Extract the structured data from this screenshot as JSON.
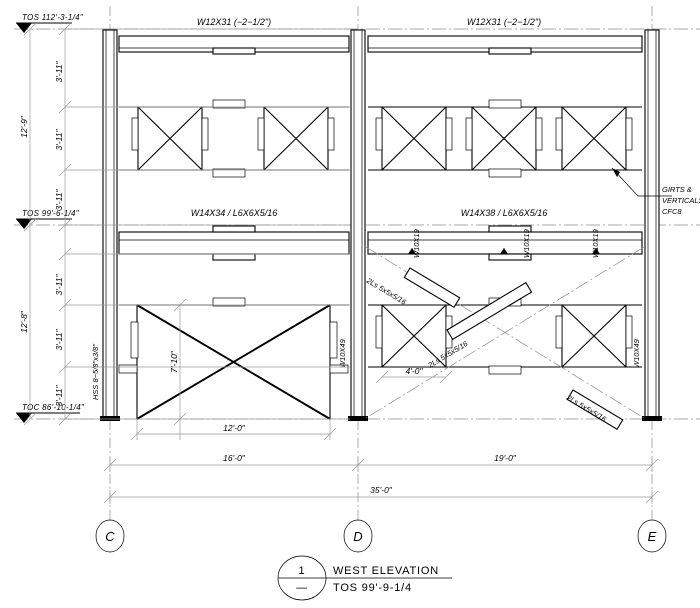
{
  "drawing": {
    "title": "WEST ELEVATION",
    "detail_number": "1",
    "detail_sheet": "—",
    "title_elevation": "TOS 99'-9-1/4"
  },
  "levels": [
    {
      "id": "top",
      "label": "TOS 112'-3-1/4\""
    },
    {
      "id": "middle",
      "label": "TOS 99'-6-1/4\""
    },
    {
      "id": "base",
      "label": "TOC 86'-10-1/4\""
    }
  ],
  "vertical_dims": {
    "upper_total": "12'-9\"",
    "lower_total": "12'-8\"",
    "upper_segments": [
      "3'-11\"",
      "3'-11\"",
      "3'-11\""
    ],
    "lower_segments": [
      "3'-11\"",
      "3'-11\"",
      "3'-11\""
    ],
    "panel_height": "7'-10\""
  },
  "horizontal_dims": {
    "bay_c_d": "16'-0\"",
    "bay_d_e": "19'-0\"",
    "overall": "35'-0\"",
    "brace_width_left": "12'-0\"",
    "brace_width_right": "4'-0\""
  },
  "grid_bubbles": [
    {
      "label": "C"
    },
    {
      "label": "D"
    },
    {
      "label": "E"
    }
  ],
  "members": {
    "top_beam_left": "W12X31  (−2−1/2\")",
    "top_beam_right": "W12X31  (−2−1/2\")",
    "mid_beam_left": "W14X34  /  L6X6X5/16",
    "mid_beam_right": "W14X38  /  L6X6X5/16",
    "column_left": "HSS 8−5/8\"x3/8\"",
    "column_mid_right": "W10X49",
    "column_right": "W10X49",
    "hangers": [
      "W10X19",
      "W10X19",
      "W10X19"
    ],
    "braces": [
      "2Ls 5x5x5/16",
      "2Ls 5x5x5/16",
      "2Ls 5x5x5/16"
    ]
  },
  "annotations": {
    "girts_note": [
      "GIRTS  &",
      "VERTICALS",
      "CFC8"
    ]
  }
}
